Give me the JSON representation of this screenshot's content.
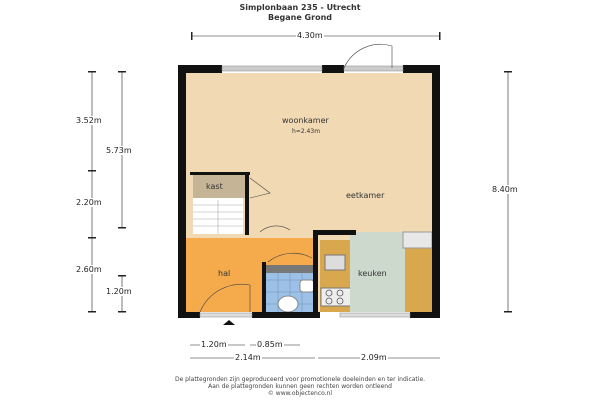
{
  "title": "Simplonbaan 235 - Utrecht",
  "subtitle": "Begane Grond",
  "rooms": {
    "woonkamer": "woonkamer",
    "height": "h=2.43m",
    "eetkamer": "eetkamer",
    "kast": "kast",
    "hal": "hal",
    "keuken": "keuken"
  },
  "dimensions": {
    "top": "4.30m",
    "left_352": "3.52m",
    "left_220": "2.20m",
    "left_260": "2.60m",
    "left_573": "5.73m",
    "left_120": "1.20m",
    "right_840": "8.40m",
    "bottom_120": "1.20m",
    "bottom_085": "0.85m",
    "bottom_214": "2.14m",
    "bottom_209": "2.09m"
  },
  "footer": [
    "De plattegronden zijn geproduceerd voor promotionele doeleinden en ter indicatie.",
    "Aan de plattegronden kunnen geen rechten worden ontleend",
    "© www.objectenco.nl"
  ],
  "colors": {
    "wall": "#111111",
    "living": "#f1d9b3",
    "hal": "#f5aa4c",
    "kitchen_floor": "#cdd9cd",
    "counter": "#d9a84e",
    "kast": "#c6b497",
    "tiles": "#9cc0e6"
  }
}
